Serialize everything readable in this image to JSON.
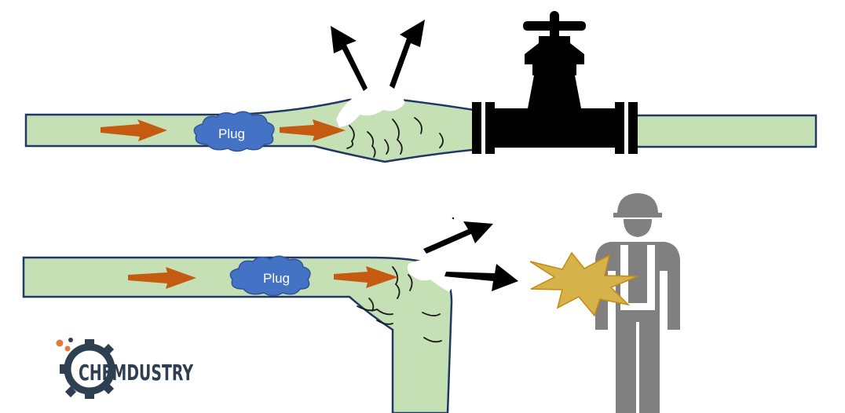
{
  "top_scene": {
    "plug_label": "Plug"
  },
  "bottom_scene": {
    "plug_label": "Plug"
  },
  "logo": {
    "text": "CHEMDUSTRY"
  },
  "colors": {
    "pipe_fill": "#c5e0b4",
    "pipe_outline": "#1f3864",
    "flow_arrow": "#c55a11",
    "plug_fill": "#4472c4",
    "valve": "#000000",
    "burst_arrow": "#000000",
    "impact_star": "#d6b24a",
    "worker": "#808080",
    "logo_gear": "#2f3f52",
    "logo_accent": "#e07b39"
  },
  "icons": [
    "gate-valve-icon",
    "worker-icon",
    "impact-star-icon",
    "gear-logo-icon"
  ]
}
